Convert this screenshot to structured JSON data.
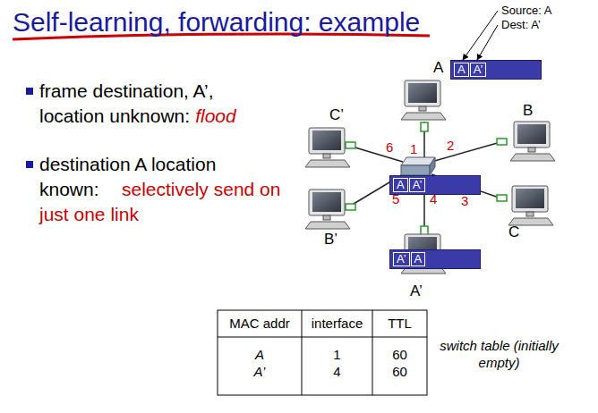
{
  "diagram": {
    "title": "Self-learning, forwarding: example",
    "nodes": [
      {
        "text": [
          "A"
        ]
      },
      {
        "text": [
          "A",
          "A’"
        ]
      },
      {
        "text": [
          "C’"
        ]
      },
      {
        "text": [
          "B"
        ]
      },
      {
        "text": [
          "A",
          "A’"
        ]
      },
      {
        "text": [
          "B’"
        ]
      },
      {
        "text": [
          "C"
        ]
      },
      {
        "text": [
          "A’"
        ]
      },
      {
        "text": [
          "A’",
          "A"
        ]
      }
    ],
    "labels": [
      "Source: A",
      "Dest: A’",
      "frame destination, A’, location unknown:",
      "flood",
      "destination A location known:",
      "selectively send on just one link",
      "1",
      "2",
      "6",
      "5",
      "4",
      "3",
      "MAC addr",
      "interface",
      "TTL",
      "A",
      "1",
      "60",
      "A’",
      "4",
      "60",
      "switch table (initially empty)"
    ]
  }
}
